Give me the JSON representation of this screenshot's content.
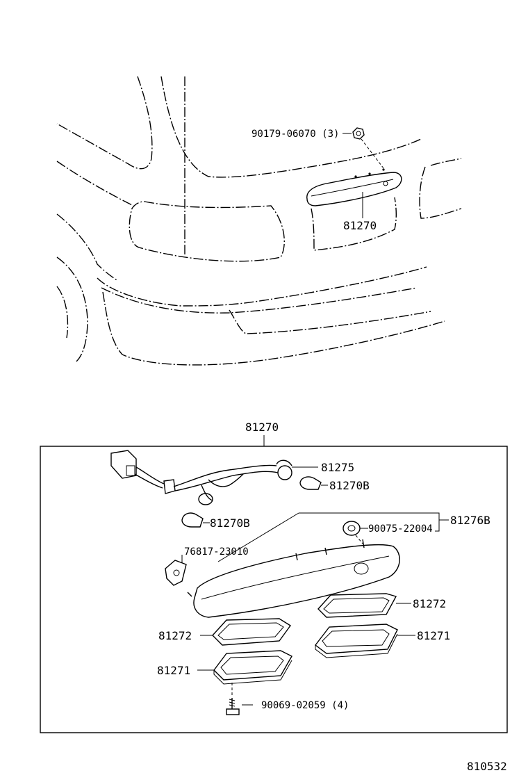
{
  "diagram_code": "810532",
  "top_view": {
    "nut_label": "90179-06070 (3)",
    "lamp_label": "81270"
  },
  "assembly": {
    "title": "81270",
    "labels": {
      "wire_harness": "81275",
      "bulb_upper": "81270B",
      "bulb_lower": "81270B",
      "grommet": "90075-22004",
      "bracket_group": "81276B",
      "clip": "76817-23010",
      "gasket_right": "81272",
      "gasket_left": "81272",
      "lens_right": "81271",
      "lens_left": "81271",
      "screw": "90069-02059 (4)"
    }
  }
}
